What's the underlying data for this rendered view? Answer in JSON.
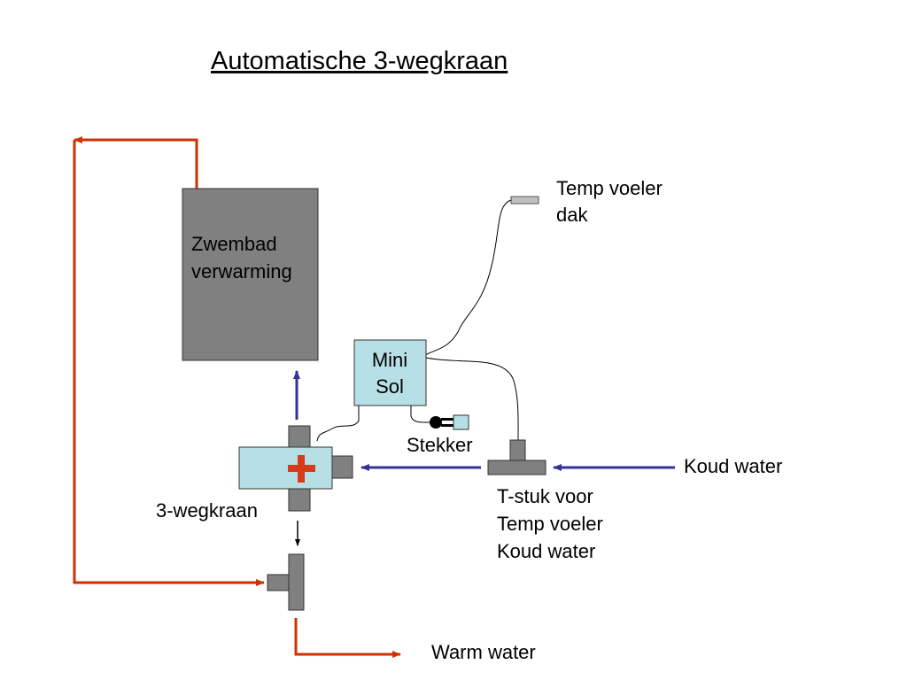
{
  "title": "Automatische 3-wegkraan",
  "components": {
    "heater": {
      "line1": "Zwembad",
      "line2": "verwarming"
    },
    "controller": {
      "line1": "Mini",
      "line2": "Sol"
    },
    "sensor_roof": {
      "line1": "Temp voeler",
      "line2": "dak"
    },
    "plug": "Stekker",
    "valve": "3-wegkraan",
    "tee": {
      "line1": "T-stuk voor",
      "line2": "Temp voeler",
      "line3": "Koud water"
    }
  },
  "flows": {
    "cold_water": "Koud water",
    "warm_water": "Warm water"
  },
  "colors": {
    "hot_pipe": "#cc3300",
    "cold_arrow": "#333399",
    "heater_fill": "#808080",
    "device_fill": "#b7e0e6",
    "part_fill": "#808080",
    "cross": "#d93a1a",
    "sensor_fill": "#c0c0c0"
  }
}
